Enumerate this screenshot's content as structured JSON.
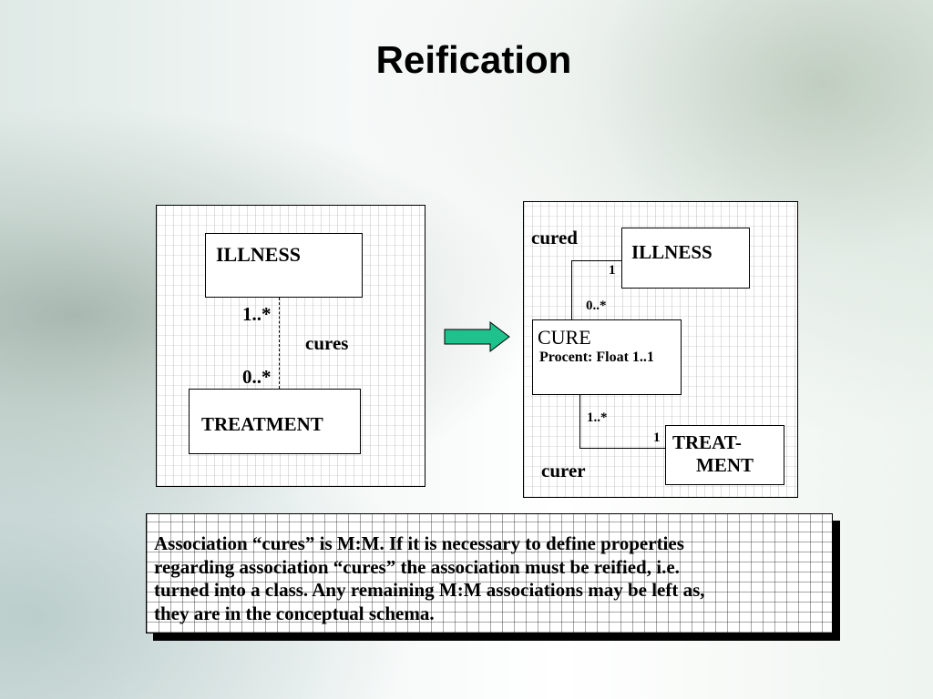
{
  "slide": {
    "title": "Reification"
  },
  "left_diagram": {
    "class_top": "ILLNESS",
    "class_bottom": "TREATMENT",
    "mult_top": "1..*",
    "mult_bottom": "0..*",
    "association": "cures"
  },
  "right_diagram": {
    "class_illness": "ILLNESS",
    "class_cure": "CURE",
    "cure_attribute": "Procent: Float 1..1",
    "class_treatment_line1": "TREAT-",
    "class_treatment_line2": "MENT",
    "role_cured": "cured",
    "role_curer": "curer",
    "mult_illness": "1",
    "mult_cure_top": "0..*",
    "mult_cure_bottom": "1..*",
    "mult_treatment": "1"
  },
  "arrow": {
    "color": "#1ec28c",
    "icon": "right-arrow-icon"
  },
  "note": {
    "line1": "Association “cures” is M:M. If it is necessary to define properties",
    "line2": "regarding association “cures” the association must be reified, i.e.",
    "line3": "turned into a class. Any remaining M:M associations may be left as,",
    "line4": "they are in the conceptual schema."
  }
}
